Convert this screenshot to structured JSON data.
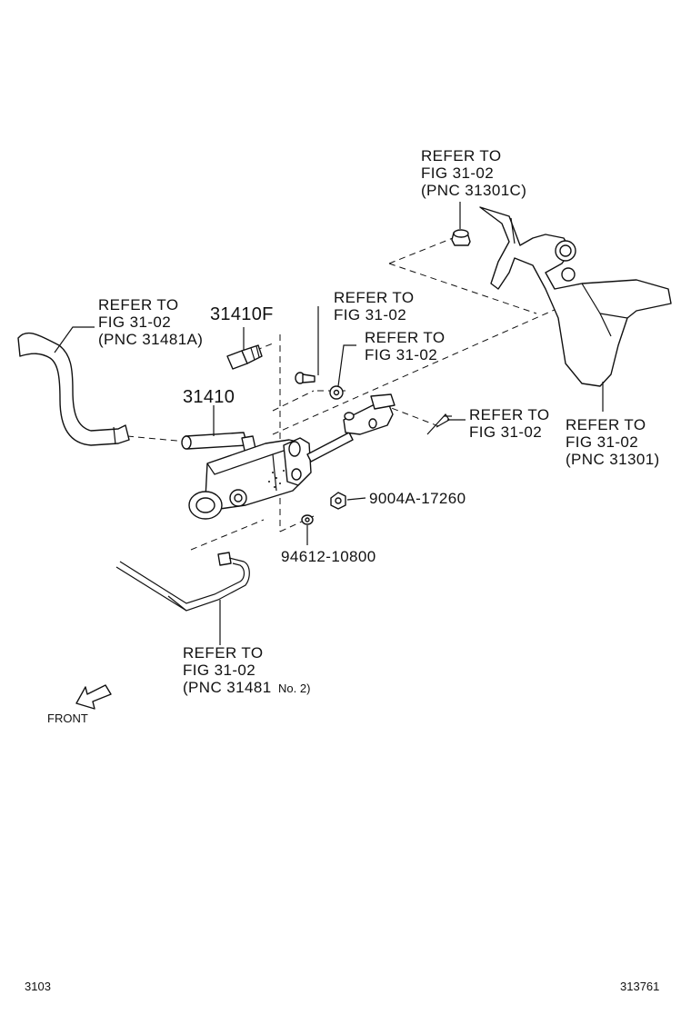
{
  "diagram": {
    "callouts": {
      "pedal_bushing": {
        "line1": "REFER TO",
        "line2": "FIG 31-02",
        "line3": "(PNC 31301C)"
      },
      "hose": {
        "line1": "REFER TO",
        "line2": "FIG 31-02",
        "line3": "(PNC 31481A)"
      },
      "bolt_ref": {
        "line1": "REFER TO",
        "line2": "FIG 31-02"
      },
      "washer_ref": {
        "line1": "REFER TO",
        "line2": "FIG 31-02"
      },
      "pin_ref": {
        "line1": "REFER TO",
        "line2": "FIG 31-02"
      },
      "pedal": {
        "line1": "REFER TO",
        "line2": "FIG 31-02",
        "line3": "(PNC 31301)"
      },
      "tube": {
        "line1": "REFER TO",
        "line2": "FIG 31-02",
        "line3": "(PNC 31481",
        "line3_suffix": "No. 2)"
      }
    },
    "parts": {
      "master_cylinder": "31410",
      "union_bolt": "31410F",
      "nut": "9004A-17260",
      "washer": "94612-10800"
    },
    "front_label": "FRONT",
    "footer": {
      "left": "3103",
      "right": "313761"
    }
  }
}
